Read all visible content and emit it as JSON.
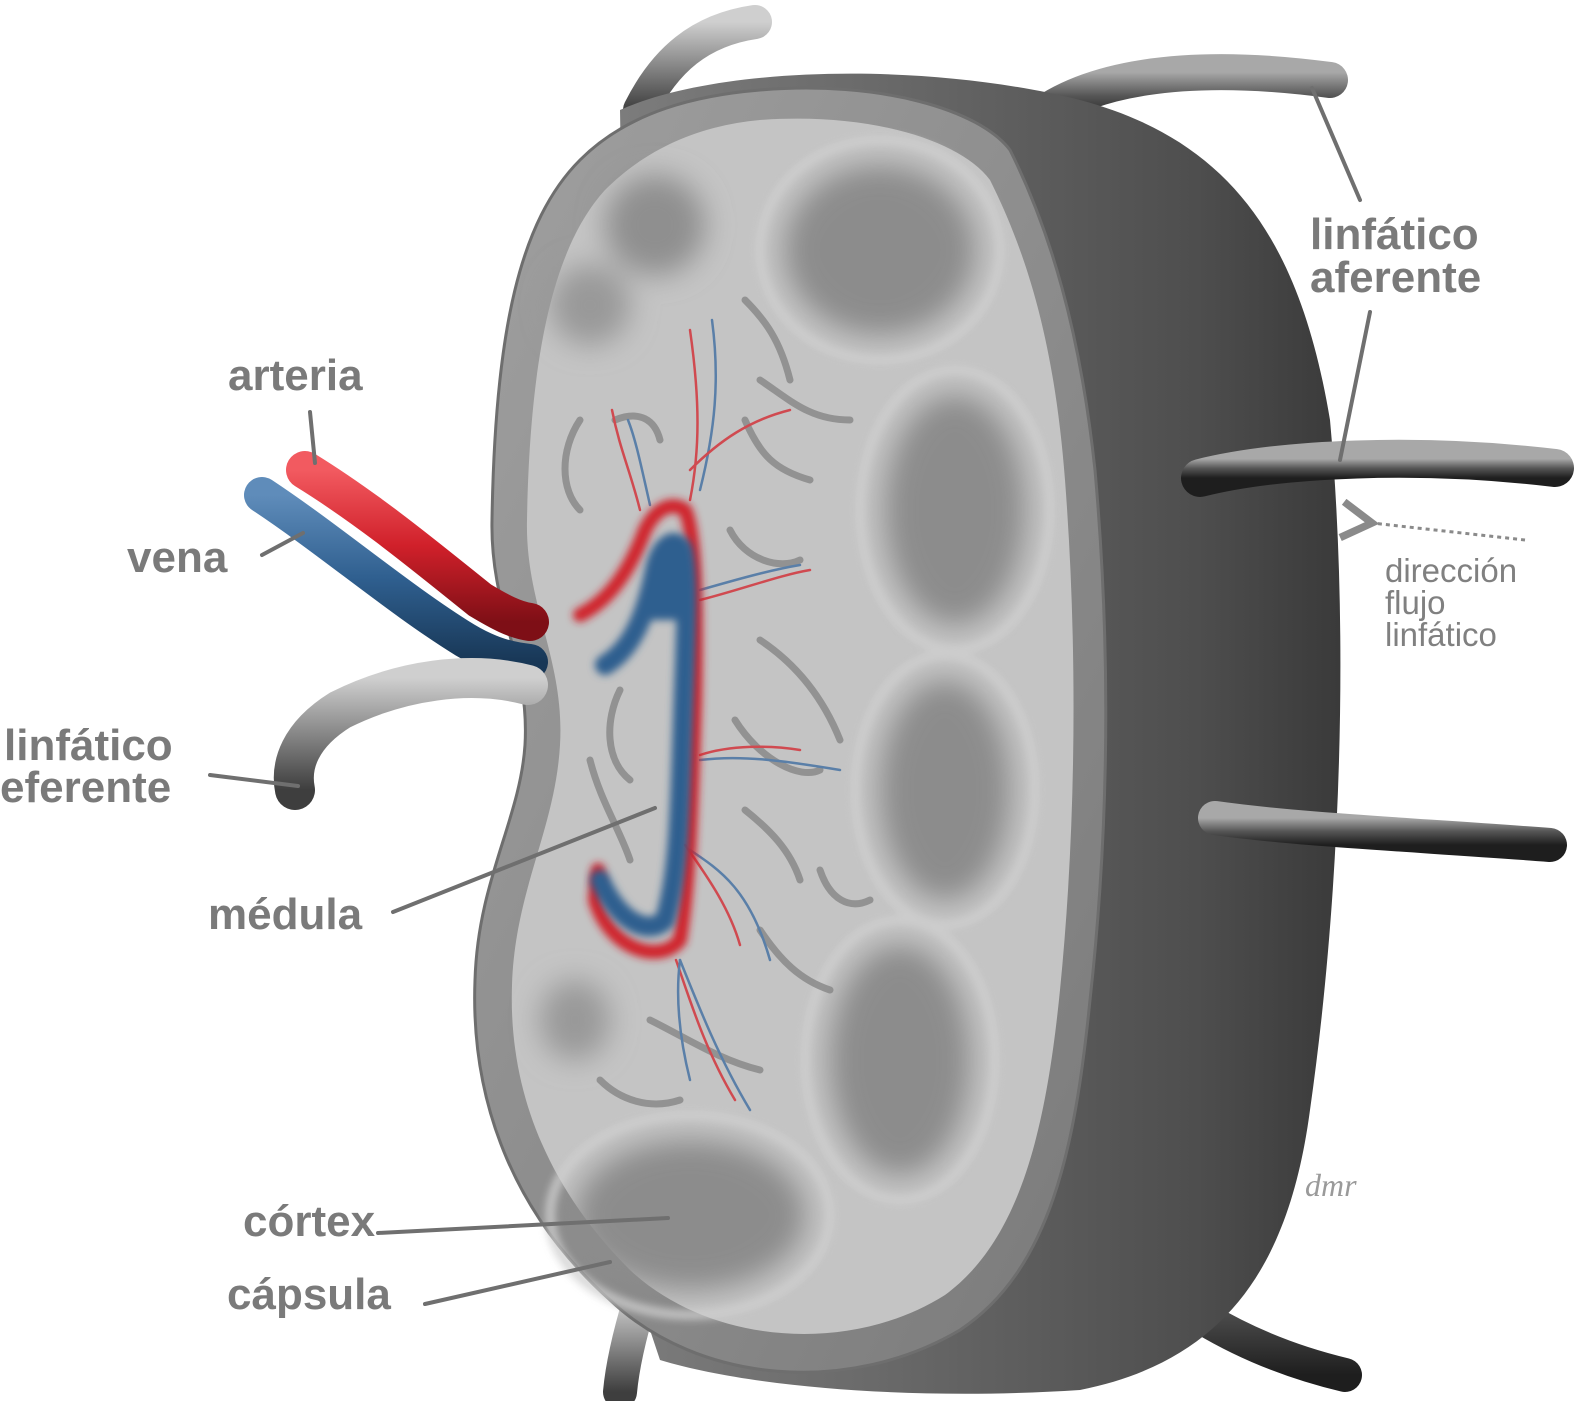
{
  "labels": {
    "arteria": "arteria",
    "vena": "vena",
    "linfatico_eferente": [
      "linfático",
      "eferente"
    ],
    "medula": "médula",
    "cortex": "córtex",
    "capsula": "cápsula",
    "linfatico_aferente": [
      "linfático",
      "aferente"
    ],
    "direccion_flujo": [
      "dirección",
      "flujo",
      "linfático"
    ]
  },
  "signature": "dmr",
  "colors": {
    "label_text": "#7a7a7a",
    "artery": "#d0202a",
    "vein": "#2f5f8f",
    "capsule_face": "#8a8a8a",
    "capsule_side": "#5f5f5f",
    "cortex_follicle": "#9a9a9a",
    "medulla_background": "#c8c8c8",
    "lymph_vessel": "#6a6a6a"
  }
}
